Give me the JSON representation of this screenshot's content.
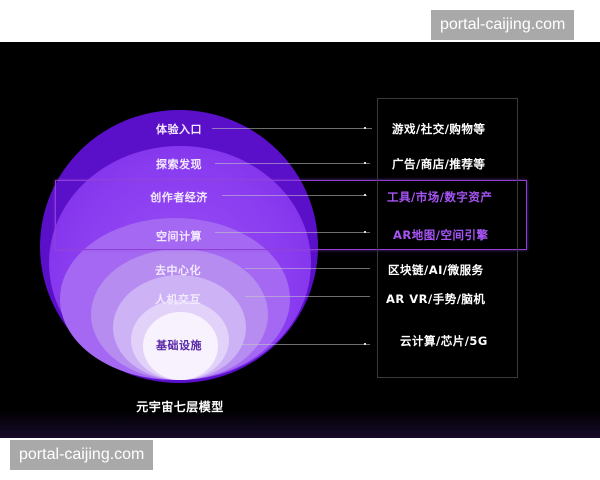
{
  "watermark_top": "portal-caijing.com",
  "watermark_bottom": "portal-caijing.com",
  "diagram": {
    "caption": "元宇宙七层模型",
    "colors": {
      "background": "#000000",
      "ring1": "#5a0fc8",
      "ring2": "#8a3cf0",
      "ring3": "#a468f2",
      "ring4": "#b68cf0",
      "ring5": "#cdb2f5",
      "ring6": "#e2d2fa",
      "core": "#f7f2fe",
      "highlight": "#a855f7"
    },
    "layers": [
      {
        "name": "体验入口",
        "examples": "游戏/社交/购物等"
      },
      {
        "name": "探索发现",
        "examples": "广告/商店/推荐等"
      },
      {
        "name": "创作者经济",
        "examples": "工具/市场/数字资产"
      },
      {
        "name": "空间计算",
        "examples": "AR地图/空间引擎"
      },
      {
        "name": "去中心化",
        "examples": "区块链/AI/微服务"
      },
      {
        "name": "人机交互",
        "examples": "AR VR/手势/脑机"
      },
      {
        "name": "基础设施",
        "examples": "云计算/芯片/5G"
      }
    ]
  }
}
